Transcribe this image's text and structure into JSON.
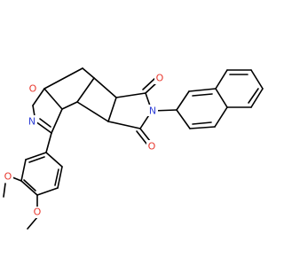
{
  "figure": {
    "type": "chemical-structure",
    "background": "#ffffff",
    "bond_color": "#000000"
  },
  "atom_colors": {
    "O": "#e8382e",
    "N": "#2f3fd6"
  },
  "atoms": {
    "isox_o": {
      "element": "O",
      "label": "O"
    },
    "isox_n": {
      "element": "N",
      "label": "N"
    },
    "imide_n": {
      "element": "N",
      "label": "N"
    },
    "imide_o_top": {
      "element": "O",
      "label": "O"
    },
    "imide_o_bottom": {
      "element": "O",
      "label": "O"
    },
    "ome_o_1": {
      "element": "O",
      "label": "O"
    },
    "ome_o_2": {
      "element": "O",
      "label": "O"
    }
  }
}
